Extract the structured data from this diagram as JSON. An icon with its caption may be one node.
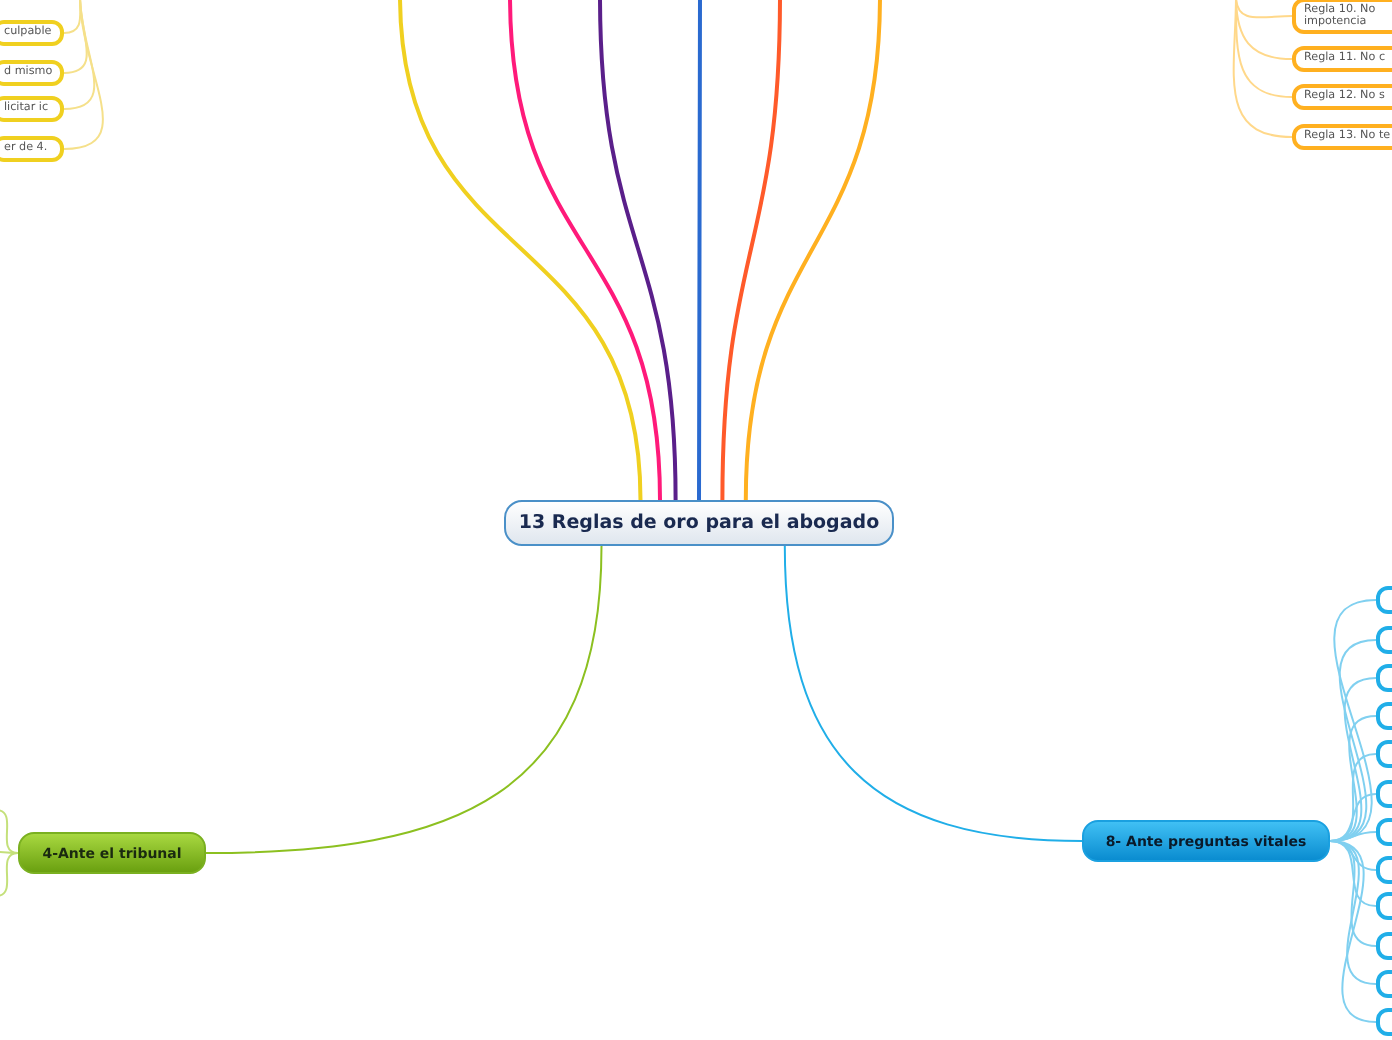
{
  "diagram": {
    "nodes": [
      {
        "text": [
          "13 Reglas de oro para el abogado"
        ]
      },
      {
        "text": [
          "4-Ante el tribunal"
        ]
      },
      {
        "text": [
          "8- Ante preguntas vitales"
        ]
      },
      {
        "text": [
          "culpable"
        ]
      },
      {
        "text": [
          "d mismo"
        ]
      },
      {
        "text": [
          "licitar ic"
        ]
      },
      {
        "text": [
          "er de 4."
        ]
      },
      {
        "text": [
          "Regla 10. No impotencia"
        ]
      },
      {
        "text": [
          "Regla 11. No c"
        ]
      },
      {
        "text": [
          "Regla 12. No s"
        ]
      },
      {
        "text": [
          "Regla 13. No te"
        ]
      },
      {
        "text": [],
        "shape": "box"
      },
      {
        "text": [],
        "shape": "box"
      },
      {
        "text": [],
        "shape": "box"
      },
      {
        "text": [],
        "shape": "box"
      },
      {
        "text": [],
        "shape": "box"
      },
      {
        "text": [],
        "shape": "box"
      },
      {
        "text": [],
        "shape": "box"
      },
      {
        "text": [],
        "shape": "box"
      },
      {
        "text": [],
        "shape": "box"
      },
      {
        "text": [],
        "shape": "box"
      },
      {
        "text": [],
        "shape": "box"
      },
      {
        "text": [],
        "shape": "box"
      }
    ],
    "edges": [
      {
        "from": 0,
        "to": null,
        "arrow": "none",
        "color": "#f0d020"
      },
      {
        "from": 0,
        "to": null,
        "arrow": "none",
        "color": "#ff1a7a"
      },
      {
        "from": 0,
        "to": null,
        "arrow": "none",
        "color": "#5a1f8a"
      },
      {
        "from": 0,
        "to": null,
        "arrow": "none",
        "color": "#2a6ad0"
      },
      {
        "from": 0,
        "to": null,
        "arrow": "none",
        "color": "#ff5a2a"
      },
      {
        "from": 0,
        "to": null,
        "arrow": "none",
        "color": "#ffb020"
      },
      {
        "from": 0,
        "to": 1,
        "arrow": "none",
        "color": "#8cc020"
      },
      {
        "from": 0,
        "to": 2,
        "arrow": "none",
        "color": "#20aee8"
      },
      {
        "from": null,
        "to": 3,
        "arrow": "none",
        "color": "#f5e08a"
      },
      {
        "from": null,
        "to": 4,
        "arrow": "none",
        "color": "#f5e08a"
      },
      {
        "from": null,
        "to": 5,
        "arrow": "none",
        "color": "#f5e08a"
      },
      {
        "from": null,
        "to": 6,
        "arrow": "none",
        "color": "#f5e08a"
      },
      {
        "from": null,
        "to": 7,
        "arrow": "none",
        "color": "#ffd88a"
      },
      {
        "from": null,
        "to": 8,
        "arrow": "none",
        "color": "#ffd88a"
      },
      {
        "from": null,
        "to": 9,
        "arrow": "none",
        "color": "#ffd88a"
      },
      {
        "from": null,
        "to": 10,
        "arrow": "none",
        "color": "#ffd88a"
      },
      {
        "from": 2,
        "to": 11,
        "arrow": "none"
      },
      {
        "from": 2,
        "to": 12,
        "arrow": "none"
      },
      {
        "from": 2,
        "to": 13,
        "arrow": "none"
      },
      {
        "from": 2,
        "to": 14,
        "arrow": "none"
      },
      {
        "from": 2,
        "to": 15,
        "arrow": "none"
      },
      {
        "from": 2,
        "to": 16,
        "arrow": "none"
      },
      {
        "from": 2,
        "to": 17,
        "arrow": "none"
      },
      {
        "from": 2,
        "to": 18,
        "arrow": "none"
      },
      {
        "from": 2,
        "to": 19,
        "arrow": "none"
      },
      {
        "from": 2,
        "to": 20,
        "arrow": "none"
      },
      {
        "from": 2,
        "to": 21,
        "arrow": "none"
      },
      {
        "from": 2,
        "to": 22,
        "arrow": "none"
      },
      {
        "from": 1,
        "to": null,
        "arrow": "none",
        "color": "#c4e07a"
      },
      {
        "from": 1,
        "to": null,
        "arrow": "none",
        "color": "#c4e07a"
      },
      {
        "from": 1,
        "to": null,
        "arrow": "none",
        "color": "#c4e07a"
      }
    ]
  }
}
